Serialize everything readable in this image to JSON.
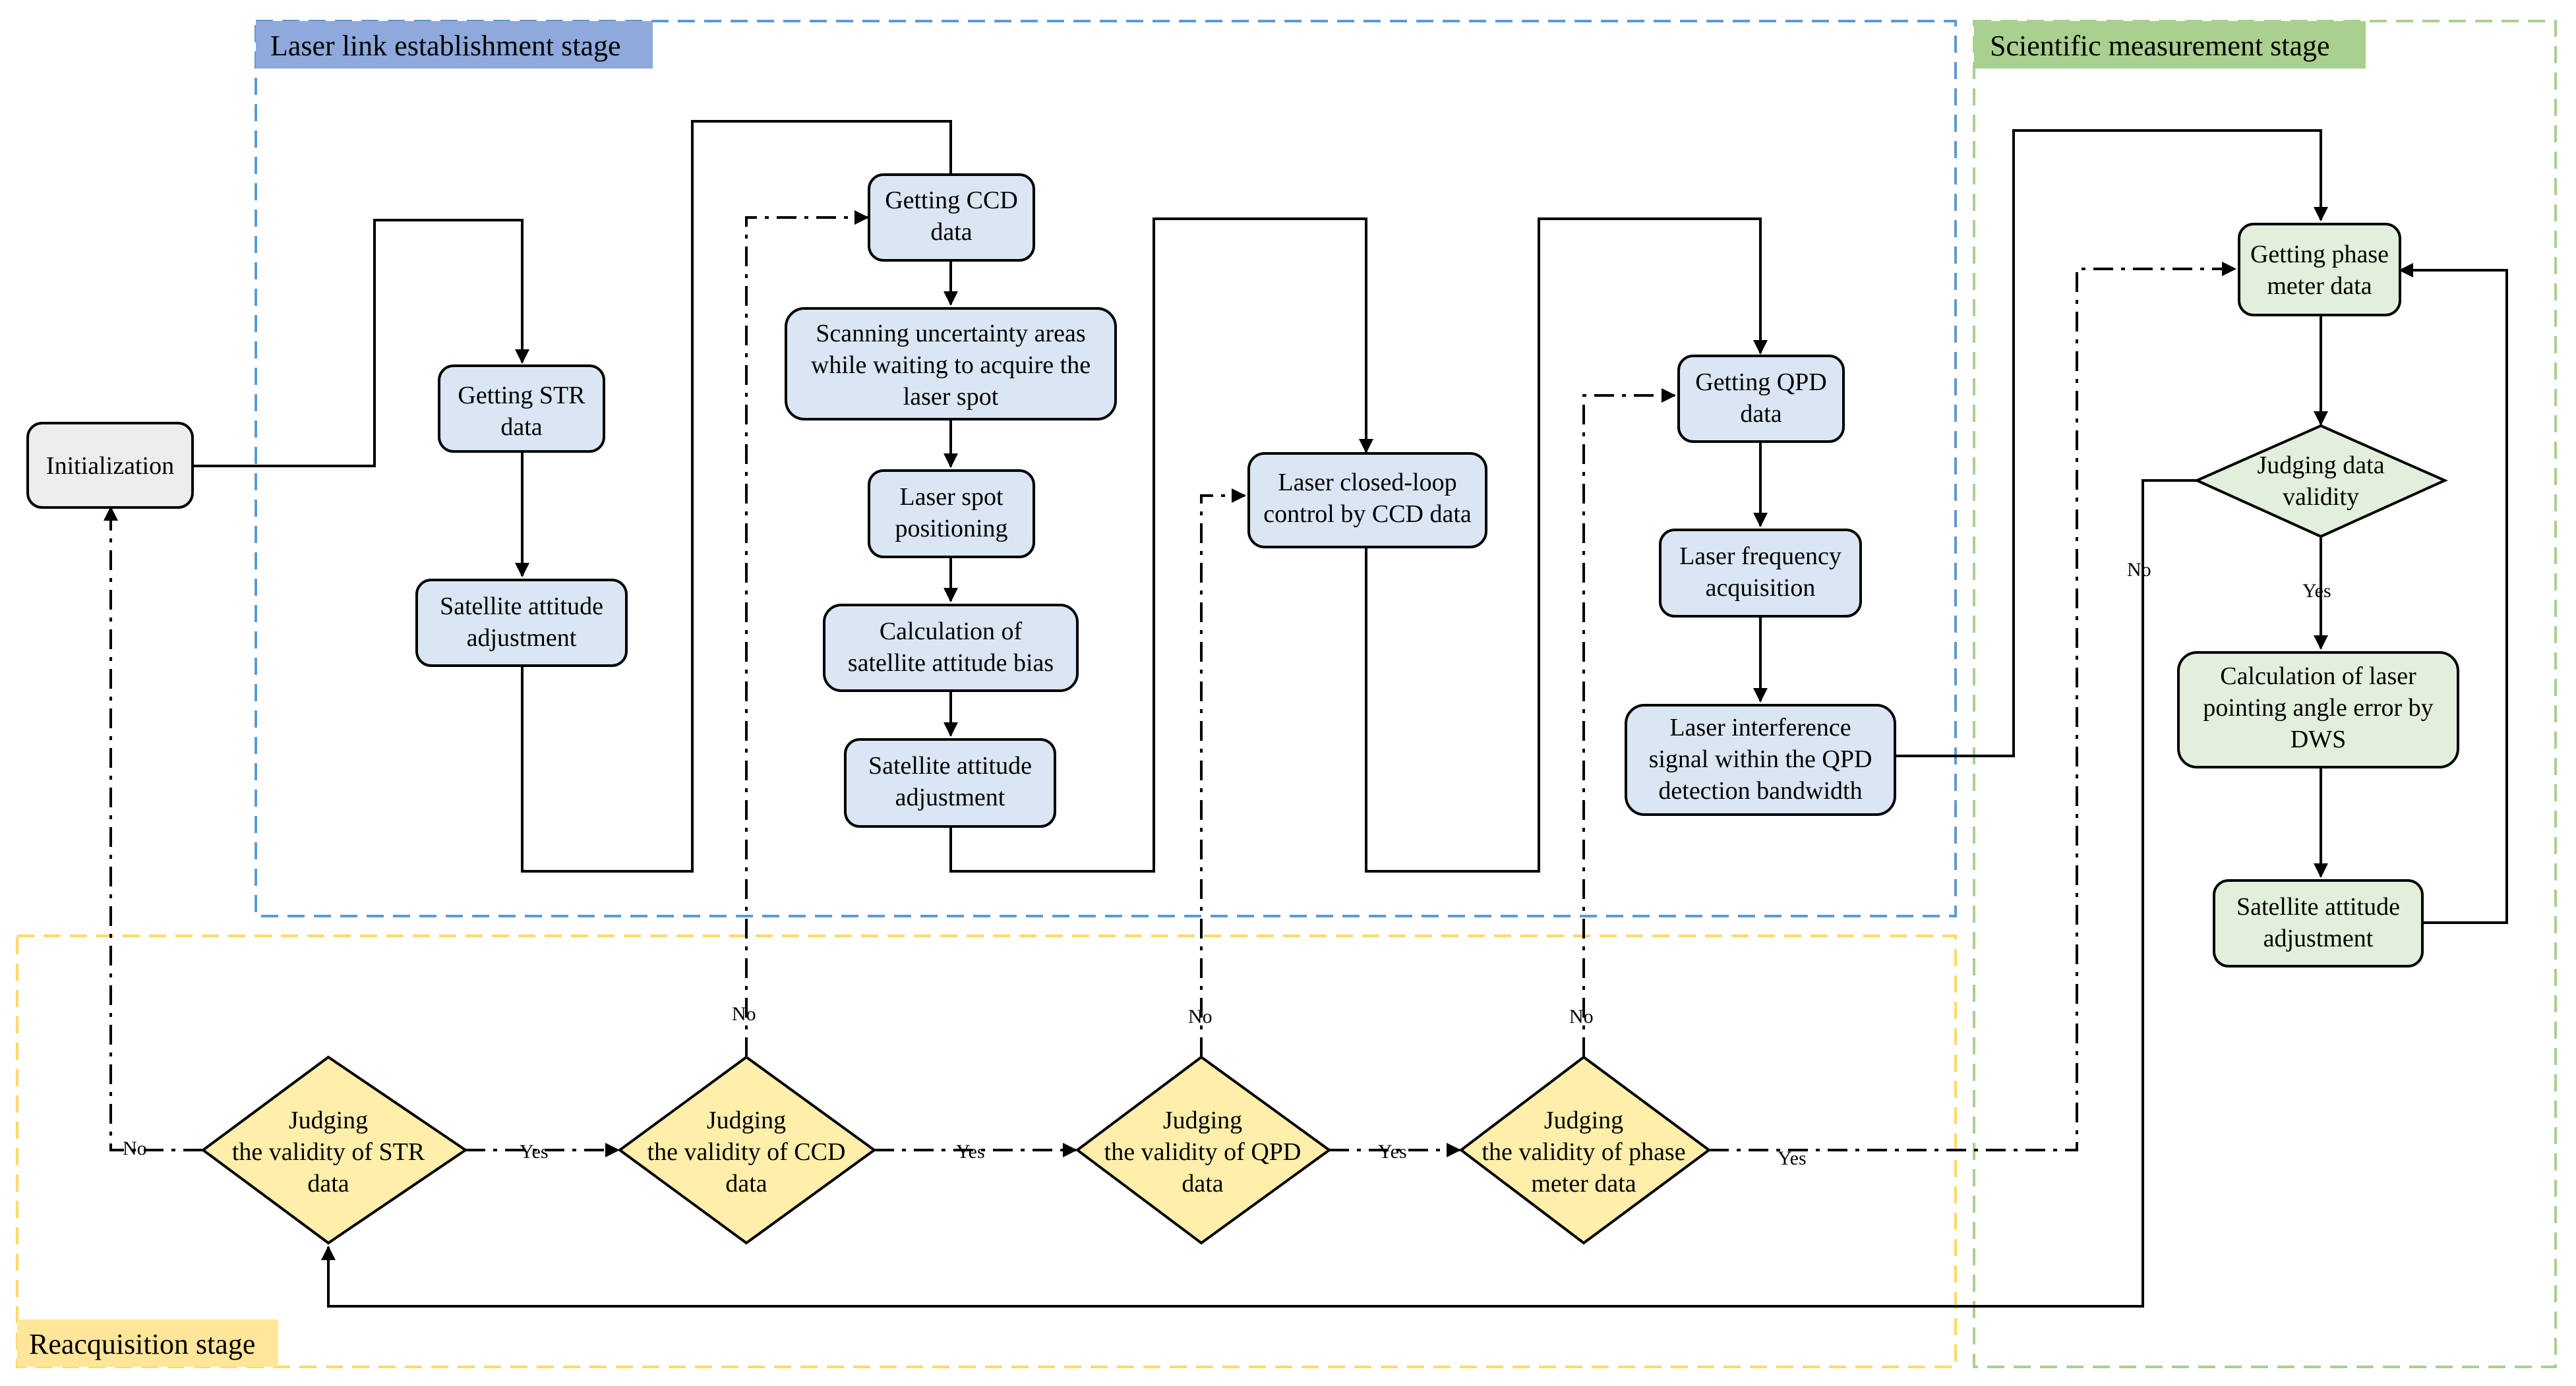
{
  "stages": {
    "laser_link": "Laser link establishment stage",
    "scientific": "Scientific measurement stage",
    "reacquisition": "Reacquisition stage"
  },
  "nodes": {
    "initialization": [
      "Initialization"
    ],
    "getting_str": [
      "Getting STR",
      "data"
    ],
    "sat_attitude_1": [
      "Satellite attitude",
      "adjustment"
    ],
    "getting_ccd": [
      "Getting CCD",
      "data"
    ],
    "scanning": [
      "Scanning uncertainty areas",
      "while waiting to acquire the",
      "laser spot"
    ],
    "spot_positioning": [
      "Laser spot",
      "positioning"
    ],
    "attitude_bias": [
      "Calculation of",
      "satellite attitude bias"
    ],
    "sat_attitude_2": [
      "Satellite attitude",
      "adjustment"
    ],
    "closed_loop": [
      "Laser closed-loop",
      "control by CCD data"
    ],
    "getting_qpd": [
      "Getting QPD",
      "data"
    ],
    "freq_acq": [
      "Laser frequency",
      "acquisition"
    ],
    "interference": [
      "Laser interference",
      "signal within the QPD",
      "detection bandwidth"
    ],
    "getting_phase": [
      "Getting phase",
      "meter data"
    ],
    "judge_validity": [
      "Judging data",
      "validity"
    ],
    "dws": [
      "Calculation of laser",
      "pointing angle error by",
      "DWS"
    ],
    "sat_attitude_3": [
      "Satellite attitude",
      "adjustment"
    ],
    "judge_str": [
      "Judging",
      "the validity of STR",
      "data"
    ],
    "judge_ccd": [
      "Judging",
      "the validity of CCD",
      "data"
    ],
    "judge_qpd": [
      "Judging",
      "the validity of QPD",
      "data"
    ],
    "judge_phase": [
      "Judging",
      "the validity of phase",
      "meter data"
    ]
  },
  "edge_labels": {
    "yes": "Yes",
    "no": "No"
  },
  "colors": {
    "blue_fill": "#DAE6F3",
    "green_fill": "#E2EFDA",
    "gray_fill": "#EDEDED",
    "yellow_fill": "#FFEFAB",
    "blue_border": "#5B9BD5",
    "green_border": "#A9D08E",
    "yellow_border": "#FFD966",
    "blue_label": "#8EA9DB",
    "green_label": "#A9D08E",
    "yellow_label": "#FFE699"
  }
}
